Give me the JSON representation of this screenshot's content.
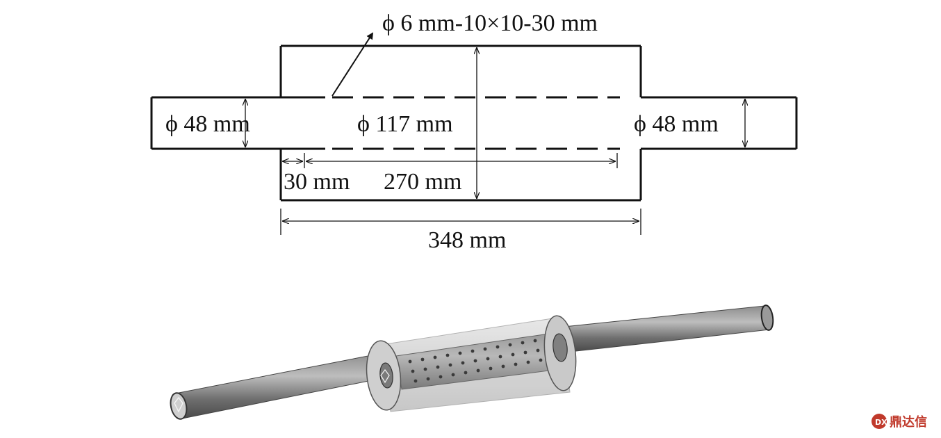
{
  "diagram": {
    "hole_spec": "ϕ 6 mm-10×10-30 mm",
    "left_pipe_diameter": "ϕ 48 mm",
    "chamber_diameter": "ϕ 117 mm",
    "right_pipe_diameter": "ϕ 48 mm",
    "offset_length": "30 mm",
    "perforated_length": "270 mm",
    "chamber_length": "348 mm"
  },
  "watermark": {
    "text": "鼎达信",
    "color": "#c0392b"
  }
}
